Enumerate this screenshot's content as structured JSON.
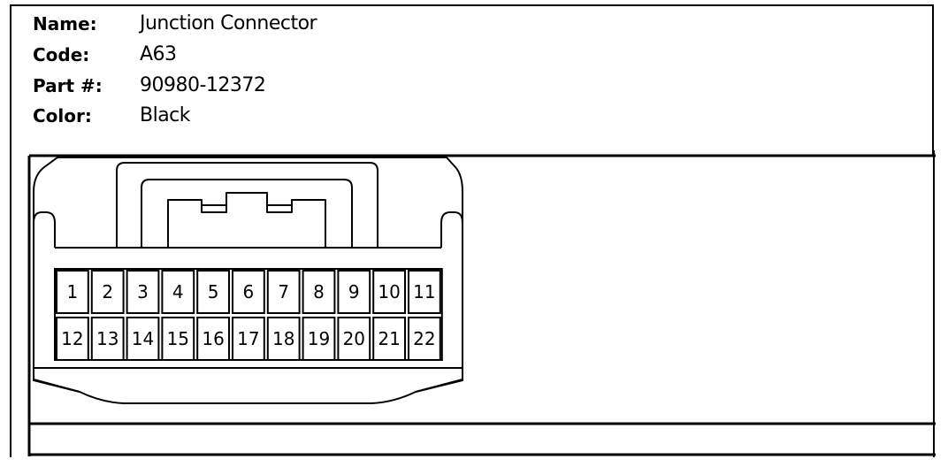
{
  "info": {
    "name_label": "Name:",
    "name_value": "Junction Connector",
    "code_label": "Code:",
    "code_value": "A63",
    "part_label": "Part #:",
    "part_value": "90980-12372",
    "color_label": "Color:",
    "color_value": "Black"
  },
  "connector": {
    "pins_row1": [
      "1",
      "2",
      "3",
      "4",
      "5",
      "6",
      "7",
      "8",
      "9",
      "10",
      "11"
    ],
    "pins_row2": [
      "12",
      "13",
      "14",
      "15",
      "16",
      "17",
      "18",
      "19",
      "20",
      "21",
      "22"
    ]
  }
}
